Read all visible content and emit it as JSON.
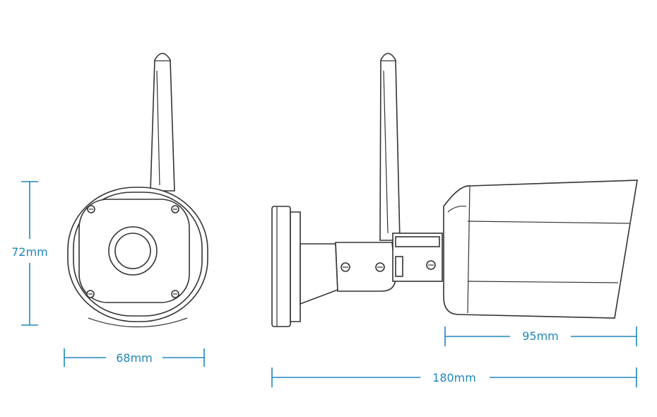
{
  "colors": {
    "dimension": "#1f86bf",
    "line": "#333333",
    "background": "#ffffff"
  },
  "dimensions": {
    "height": "72mm",
    "width": "68mm",
    "length": "180mm",
    "lens_section": "95mm"
  }
}
